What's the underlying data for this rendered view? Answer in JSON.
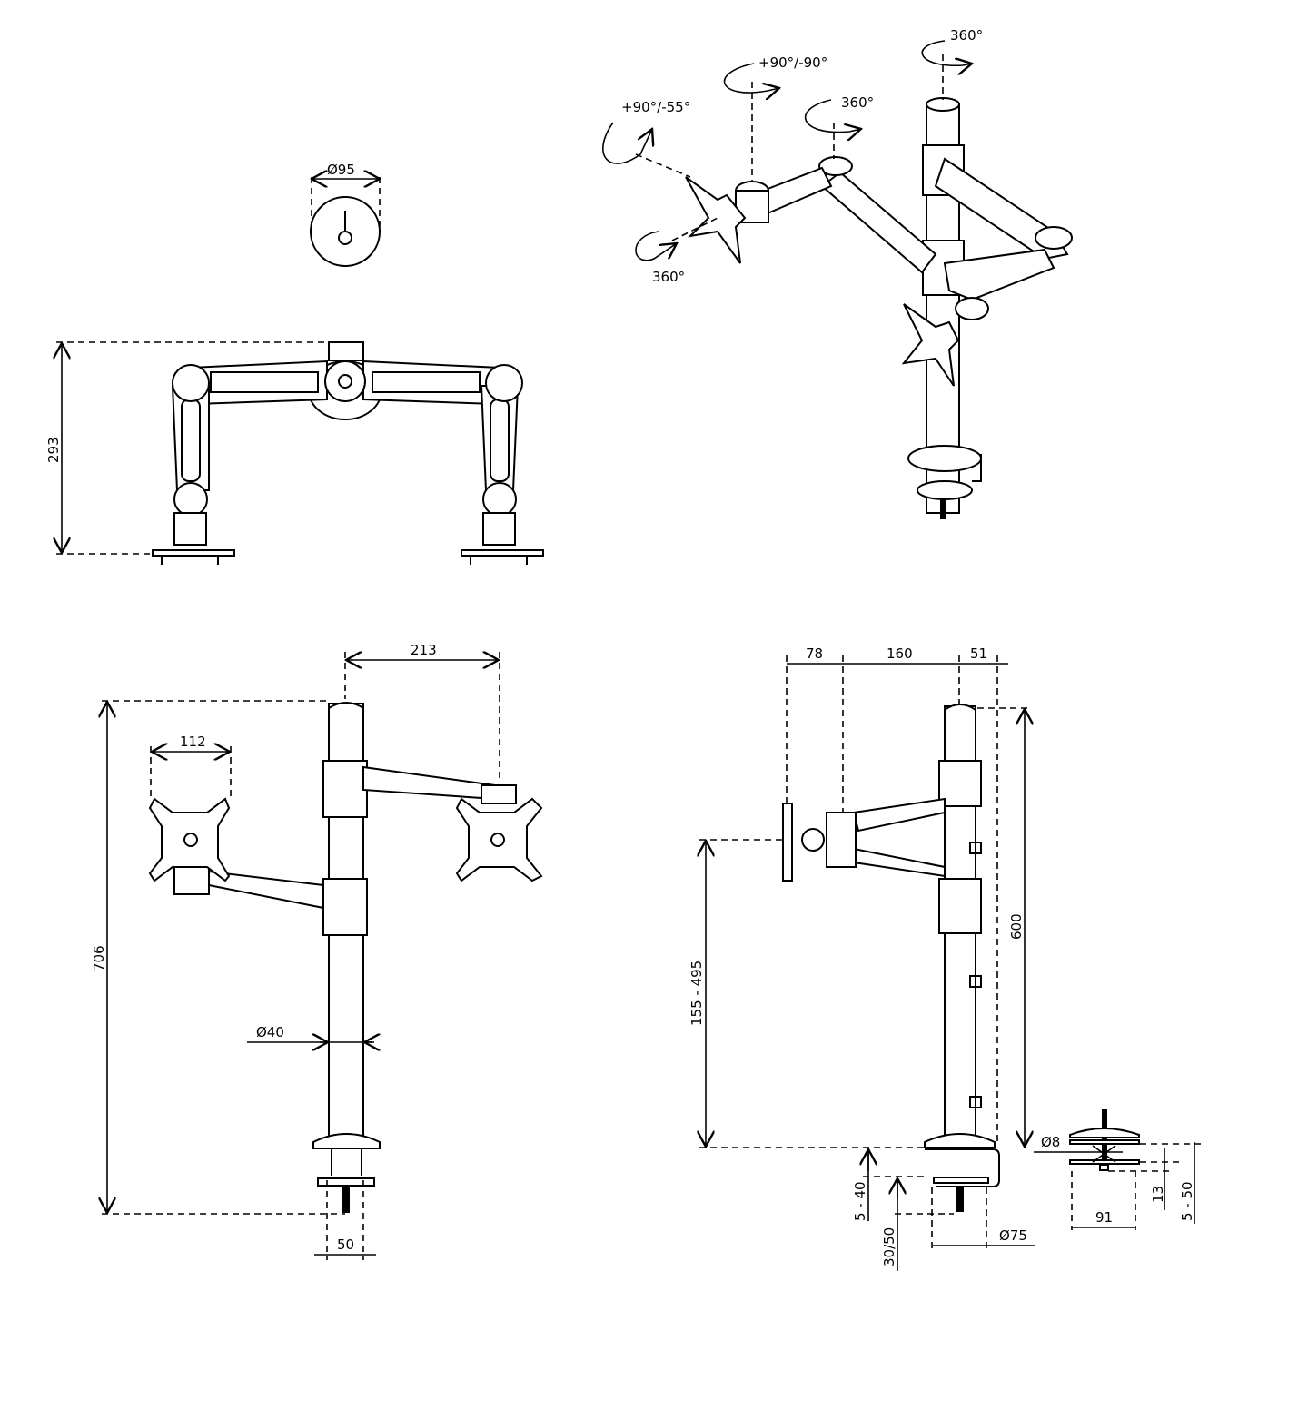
{
  "title": "Monitor arm technical drawing",
  "top_view": {
    "diameter": "Ø95"
  },
  "front_view": {
    "height": "293"
  },
  "iso_view": {
    "rot_pole_top": "360°",
    "rot_arm_joint": "+90°/-90°",
    "rot_elbow": "360°",
    "rot_tilt": "+90°/-55°",
    "rot_vesa": "360°"
  },
  "side_view": {
    "reach": "213",
    "vesa": "112",
    "height": "706",
    "pole_diameter": "Ø40",
    "clamp_width": "50"
  },
  "profile_view": {
    "offset_a": "78",
    "offset_b": "160",
    "offset_c": "51",
    "pole_height": "600",
    "height_range": "155 - 495",
    "desk_thickness": "5 - 40",
    "clamp_depth": "30/50",
    "clamp_plate": "Ø75",
    "bolt": "Ø8",
    "grommet_plate": "91",
    "grommet_gap": "13",
    "grommet_range": "5 - 50"
  }
}
